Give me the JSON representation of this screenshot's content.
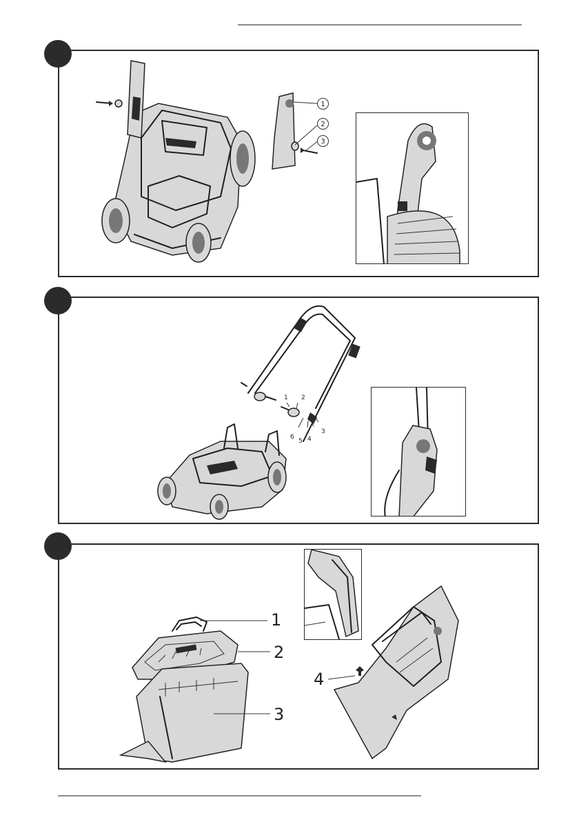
{
  "figure1": {
    "callouts": [
      "1",
      "2",
      "3"
    ]
  },
  "figure2": {
    "callouts": [
      "1",
      "2",
      "3",
      "4",
      "5",
      "6"
    ]
  },
  "figure3": {
    "callouts": [
      "1",
      "2",
      "3",
      "4"
    ]
  }
}
